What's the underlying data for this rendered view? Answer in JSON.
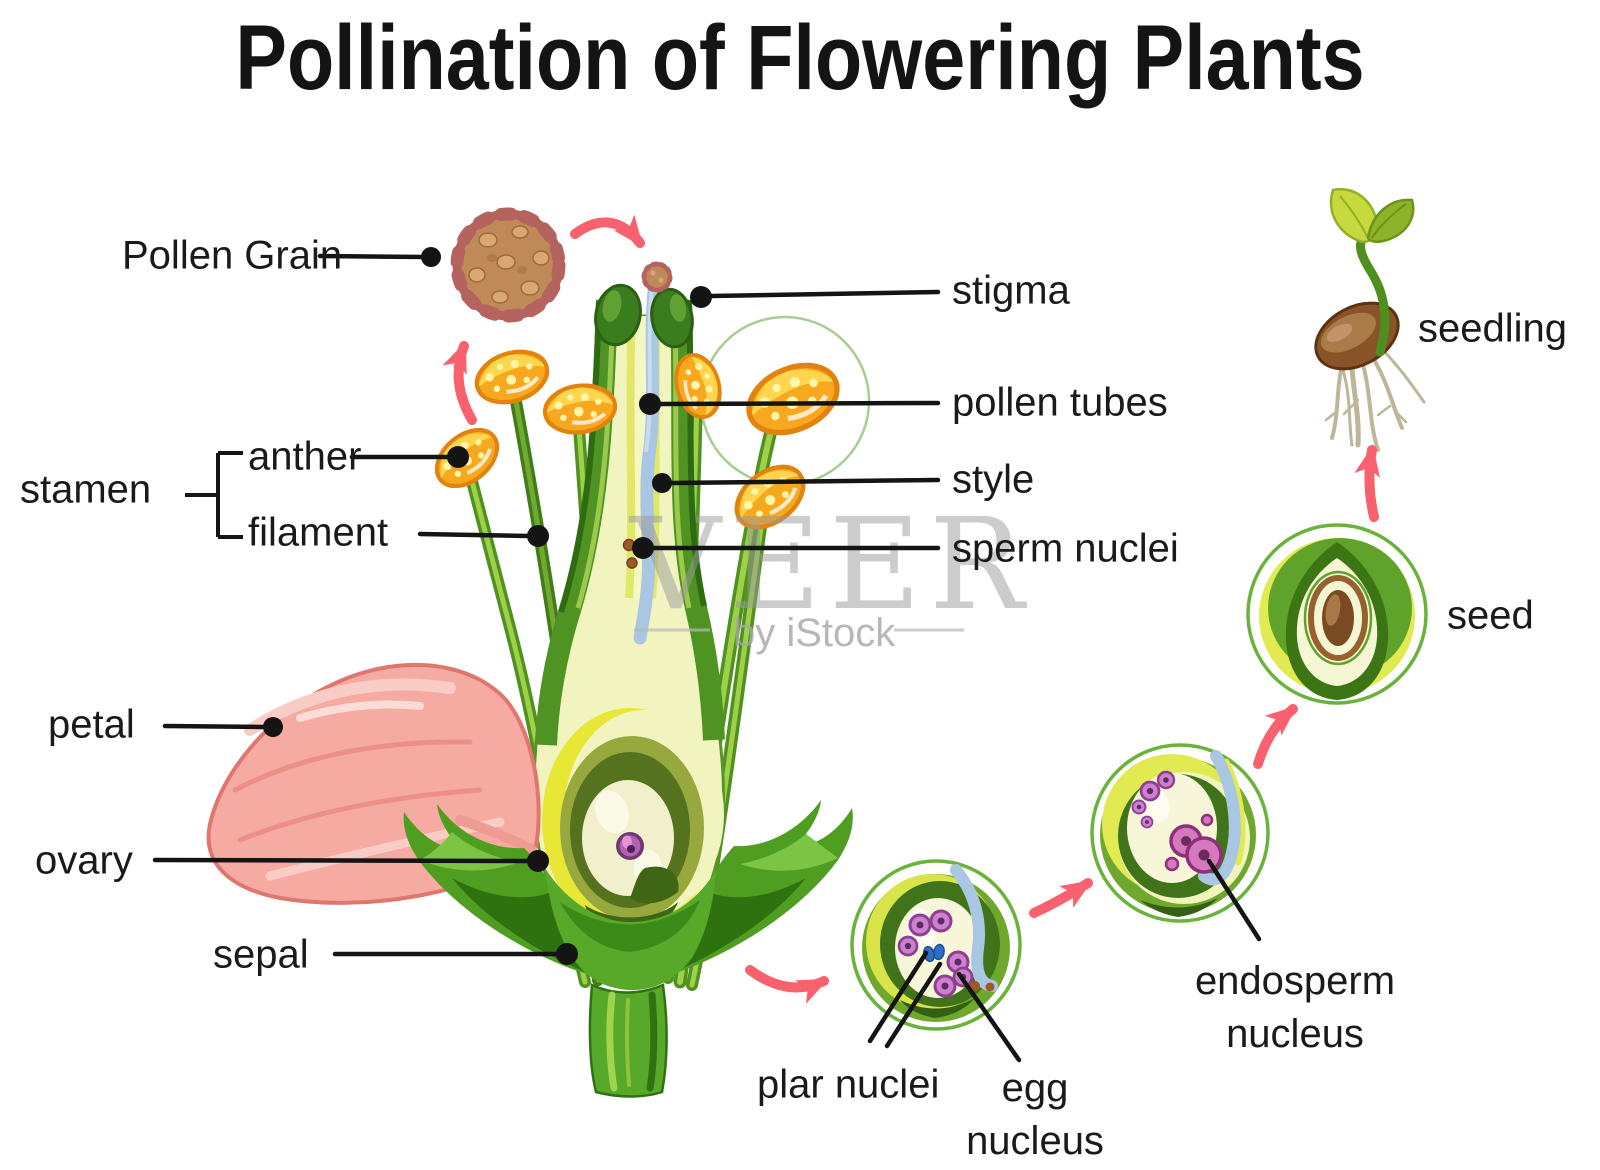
{
  "title": "Pollination of Flowering Plants",
  "watermark": {
    "brand": "VEER",
    "sub": "by iStock"
  },
  "labels": {
    "pollen_grain": "Pollen Grain",
    "stamen": "stamen",
    "anther": "anther",
    "filament": "filament",
    "petal": "petal",
    "ovary": "ovary",
    "sepal": "sepal",
    "stigma": "stigma",
    "pollen_tubes": "pollen tubes",
    "style": "style",
    "sperm_nuclei": "sperm nuclei",
    "plar_nuclei": "plar nuclei",
    "egg_nucleus_line1": "egg",
    "egg_nucleus_line2": "nucleus",
    "endosperm_line1": "endosperm",
    "endosperm_line2": "nucleus",
    "seed": "seed",
    "seedling": "seedling"
  },
  "colors": {
    "background": "#ffffff",
    "text": "#1a1a1a",
    "arrow_pink": "#F8616D",
    "leader_black": "#141414",
    "petal_pink": "#F5ABA1",
    "green_bright": "#58A82A",
    "green_dark": "#2F7212",
    "anther_orange": "#F7A81F",
    "pollen_brown": "#C08A58",
    "pollen_rim": "#B4635F",
    "tube_blue": "#A9C6E2",
    "nucleus_purple": "#CD80CC",
    "endosperm_magenta": "#D678C0",
    "seed_brown": "#7A4A22",
    "watermark_gray": "#9A9A9A"
  }
}
